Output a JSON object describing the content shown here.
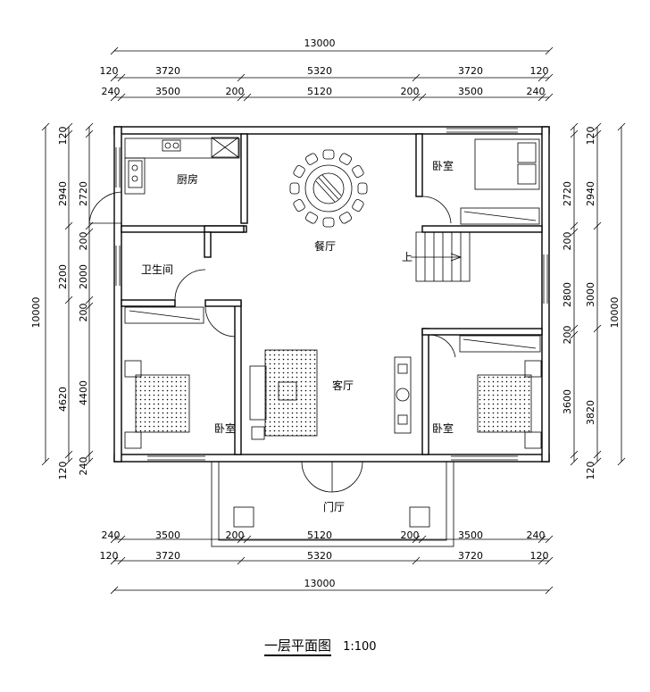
{
  "title": "一层平面图",
  "scale": "1:100",
  "rooms": {
    "kitchen": "厨房",
    "dining": "餐厅",
    "bath": "卫生间",
    "bedroom_ne": "卧室",
    "bedroom_sw": "卧室",
    "living": "客厅",
    "bedroom_se": "卧室",
    "foyer": "门厅",
    "stair_up": "上"
  },
  "dims_top": {
    "total": "13000",
    "row1": [
      "120",
      "3720",
      "5320",
      "3720",
      "120"
    ],
    "row2": [
      "240",
      "3500",
      "200",
      "5120",
      "200",
      "3500",
      "240"
    ]
  },
  "dims_bottom": {
    "row1": [
      "240",
      "3500",
      "200",
      "5120",
      "200",
      "3500",
      "240"
    ],
    "row2": [
      "120",
      "3720",
      "5320",
      "3720",
      "120"
    ],
    "total": "13000"
  },
  "dims_left": {
    "total": "10000",
    "outer": [
      "120",
      "2940",
      "2200",
      "4620",
      "120"
    ],
    "inner": [
      "2720",
      "200",
      "2000",
      "200",
      "4400",
      "240"
    ]
  },
  "dims_right": {
    "total": "10000",
    "outer": [
      "120",
      "2940",
      "3000",
      "3820",
      "120"
    ],
    "inner": [
      "2720",
      "200",
      "2800",
      "200",
      "3600"
    ]
  }
}
